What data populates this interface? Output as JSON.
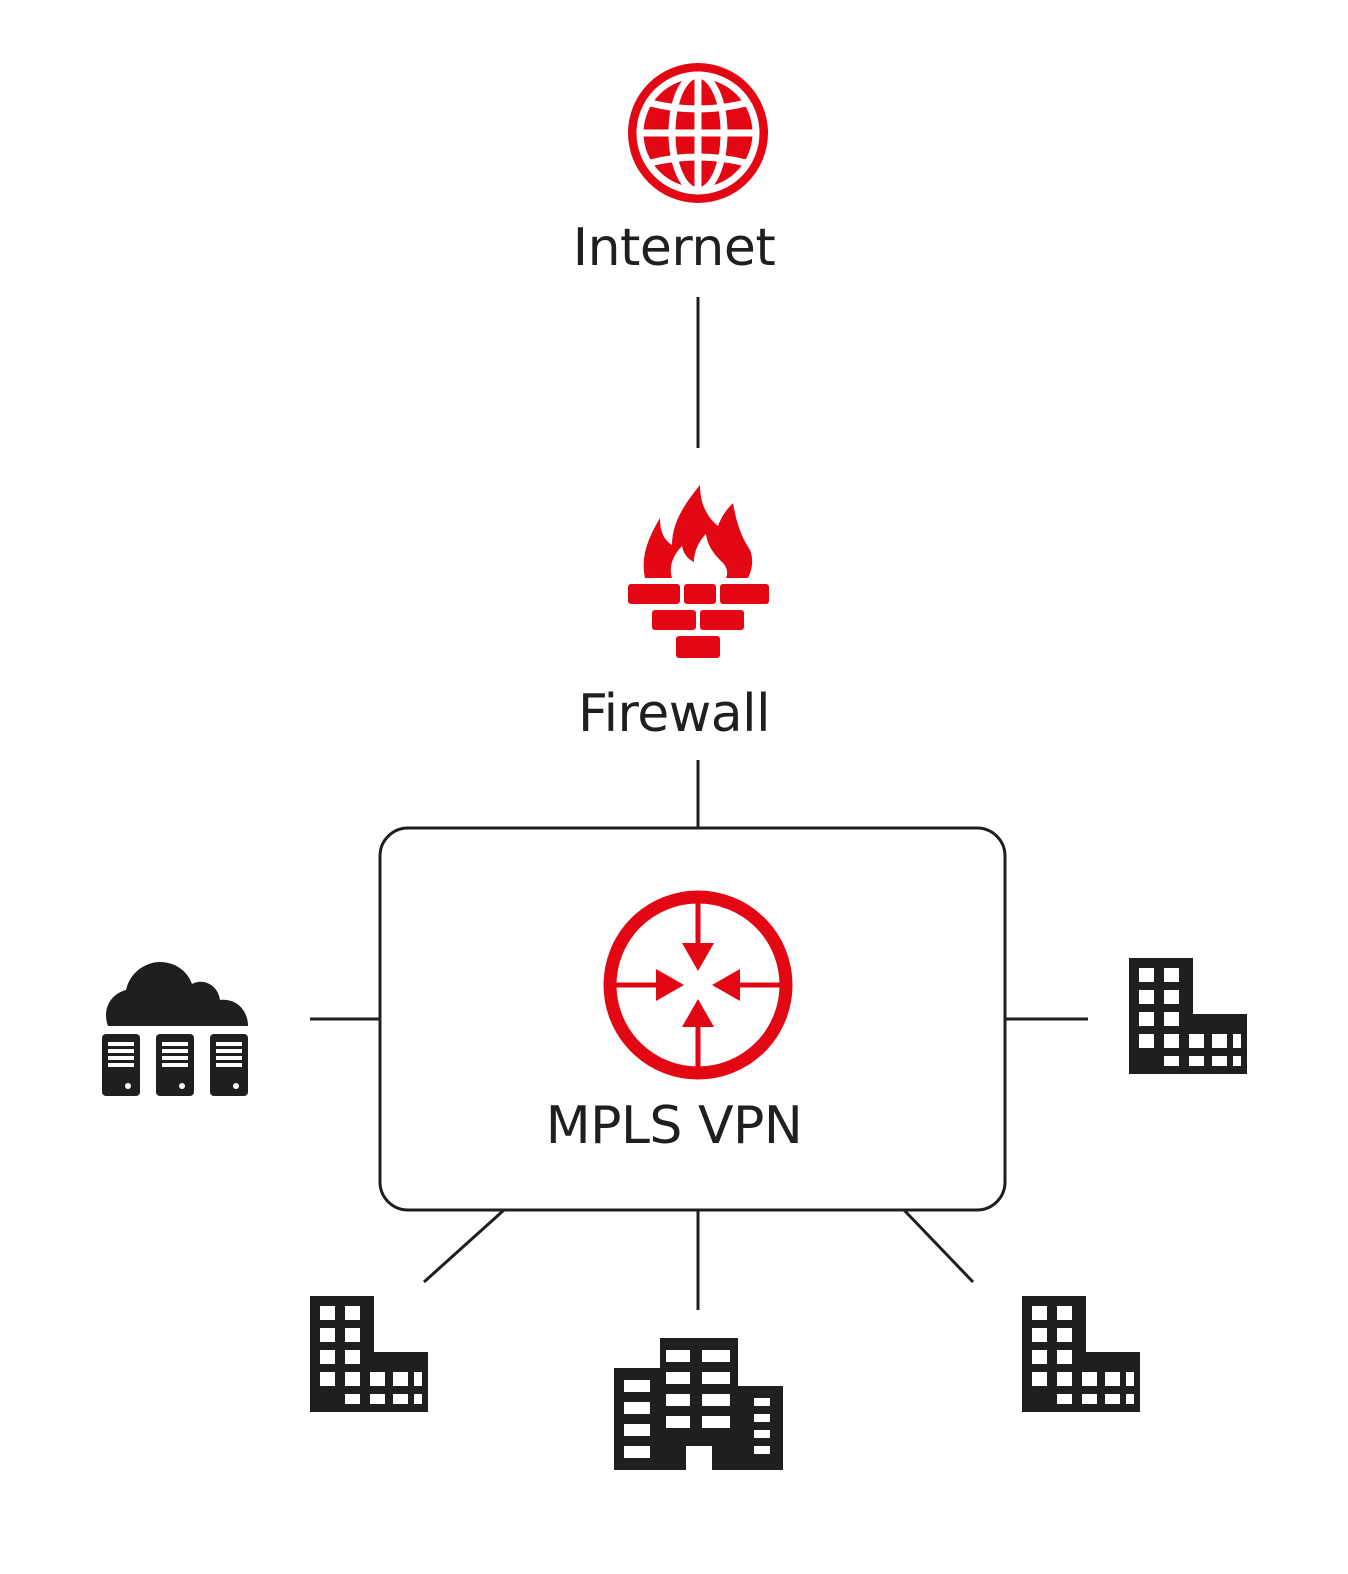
{
  "colors": {
    "accent": "#e30613",
    "ink": "#1f1f1f",
    "background": "#ffffff"
  },
  "nodes": {
    "internet": {
      "label": "Internet",
      "icon": "globe-icon"
    },
    "firewall": {
      "label": "Firewall",
      "icon": "firewall-icon"
    },
    "mpls": {
      "label": "MPLS VPN",
      "icon": "crosshair-arrows-icon"
    },
    "cloud_servers": {
      "icon": "cloud-servers-icon"
    },
    "office_right": {
      "icon": "office-building-icon"
    },
    "office_bottom_left": {
      "icon": "office-building-icon"
    },
    "headquarters": {
      "icon": "tall-buildings-icon"
    },
    "office_bottom_right": {
      "icon": "office-building-icon"
    }
  }
}
